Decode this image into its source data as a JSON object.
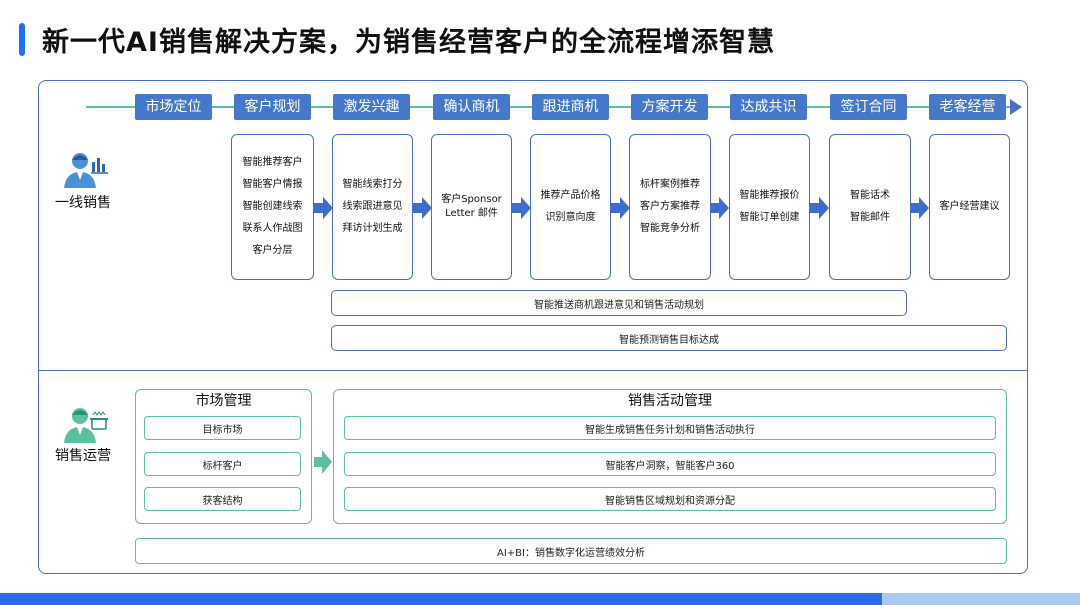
{
  "title": "新一代AI销售解决方案，为销售经营客户的全流程增添智慧",
  "stages": [
    "市场定位",
    "客户规划",
    "激发兴趣",
    "确认商机",
    "跟进商机",
    "方案开发",
    "达成共识",
    "签订合同",
    "老客经营"
  ],
  "roles": {
    "frontline": "一线销售",
    "operations": "销售运营"
  },
  "tasks": [
    [
      "智能推荐客户",
      "智能客户情报",
      "智能创建线索",
      "联系人作战图",
      "客户分层"
    ],
    [
      "智能线索打分",
      "线索跟进意见",
      "拜访计划生成"
    ],
    [
      "客户Sponsor",
      "Letter 邮件"
    ],
    [
      "推荐产品价格",
      "识别意向度"
    ],
    [
      "标杆案例推荐",
      "客户方案推荐",
      "智能竞争分析"
    ],
    [
      "智能推荐报价",
      "智能订单创建"
    ],
    [
      "智能话术",
      "智能邮件"
    ],
    [
      "客户经营建议"
    ]
  ],
  "wide_boxes": {
    "push": "智能推送商机跟进意见和销售活动规划",
    "forecast": "智能预测销售目标达成"
  },
  "market_mgmt": {
    "title": "市场管理",
    "items": [
      "目标市场",
      "标杆客户",
      "获客结构"
    ]
  },
  "activity_mgmt": {
    "title": "销售活动管理",
    "items": [
      "智能生成销售任务计划和销售活动执行",
      "智能客户洞察，智能客户360",
      "智能销售区域规划和资源分配"
    ]
  },
  "bi": "AI+BI：销售数字化运营绩效分析",
  "colors": {
    "title_bar": "#1f6ff2",
    "stage": "#4578c9",
    "blue_border": "#4a6fc4",
    "green": "#5bbfa0",
    "footer": "#2a6de8"
  }
}
